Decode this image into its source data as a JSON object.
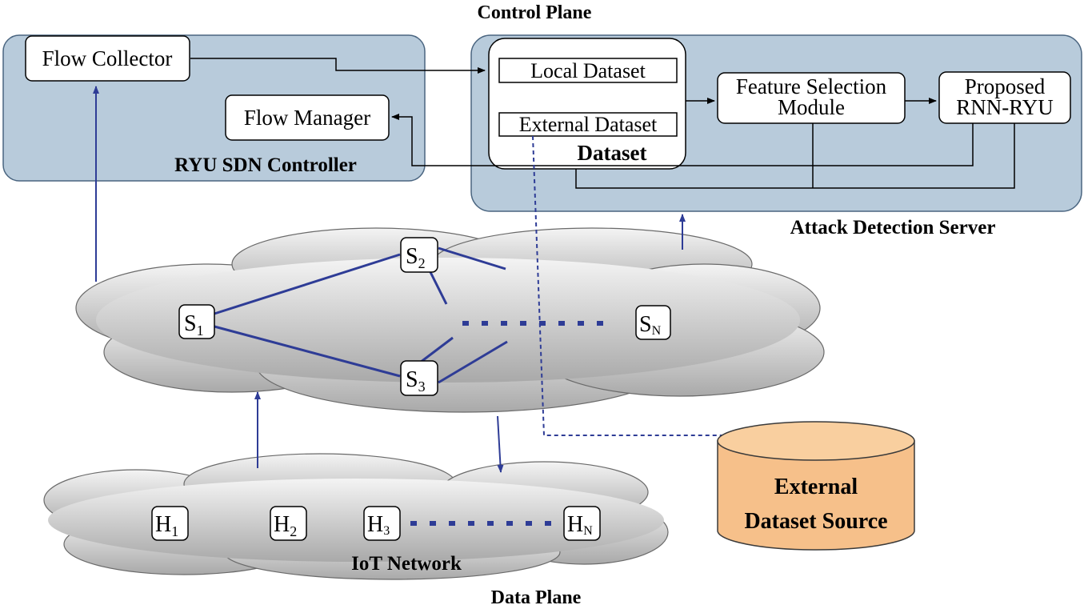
{
  "planes": {
    "control": "Control Plane",
    "data": "Data Plane"
  },
  "controller": {
    "label": "RYU SDN Controller",
    "flow_collector": "Flow Collector",
    "flow_manager": "Flow Manager"
  },
  "server": {
    "label": "Attack Detection Server",
    "dataset_title": "Dataset",
    "local_dataset": "Local Dataset",
    "external_dataset": "External Dataset",
    "feature_selection_line1": "Feature Selection",
    "feature_selection_line2": "Module",
    "proposed_line1": "Proposed",
    "proposed_line2": "RNN-RYU"
  },
  "switches": {
    "letter": "S",
    "s1_sub": "1",
    "s2_sub": "2",
    "s3_sub": "3",
    "sn_sub": "N"
  },
  "hosts": {
    "letter": "H",
    "h1_sub": "1",
    "h2_sub": "2",
    "h3_sub": "3",
    "hn_sub": "N"
  },
  "iot_network": "IoT Network",
  "external_source": {
    "line1": "External",
    "line2": "Dataset Source"
  },
  "colors": {
    "panel_fill": "#b8cbdb",
    "panel_stroke": "#4a6580",
    "link_blue": "#2e3c96",
    "cylinder_fill": "#f6c08a",
    "cylinder_stroke": "#3a3a3a"
  }
}
